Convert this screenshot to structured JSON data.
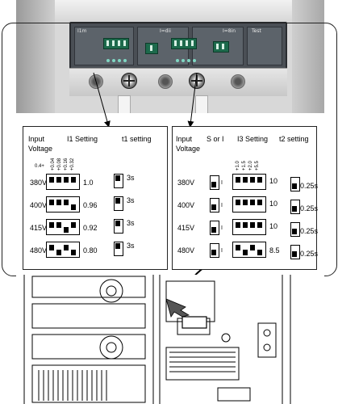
{
  "left_table": {
    "header_input": "Input",
    "header_voltage": "Voltage",
    "header_i1": "I1 Setting",
    "header_t1": "t1 setting",
    "dip_base": "0.4+",
    "dip_ticks": [
      "+0.04",
      "+0.08",
      "+0.16",
      "+0.32"
    ],
    "rows": [
      {
        "voltage": "380V",
        "i1": "1.0",
        "t1": "3s"
      },
      {
        "voltage": "400V",
        "i1": "0.96",
        "t1": "3s"
      },
      {
        "voltage": "415V",
        "i1": "0.92",
        "t1": "3s"
      },
      {
        "voltage": "480V",
        "i1": "0.80",
        "t1": "3s"
      }
    ]
  },
  "right_table": {
    "header_input": "Input",
    "header_voltage": "Voltage",
    "header_s_or_i": "S or I",
    "header_i3": "I3 Setting",
    "header_t2": "t2 setting",
    "dip_ticks": [
      "+1.0",
      "+1.5",
      "+2.0",
      "+5.5"
    ],
    "rows": [
      {
        "voltage": "380V",
        "mode": "I",
        "i3": "10",
        "t2": "0.25s"
      },
      {
        "voltage": "400V",
        "mode": "I",
        "i3": "10",
        "t2": "0.25s"
      },
      {
        "voltage": "415V",
        "mode": "I",
        "i3": "10",
        "t2": "0.25s"
      },
      {
        "voltage": "480V",
        "mode": "I",
        "i3": "8.5",
        "t2": "0.25s"
      }
    ]
  },
  "breaker_labels": {
    "left": "I1m",
    "mid": "I=dii",
    "right": "I=8in",
    "test": "Test"
  }
}
